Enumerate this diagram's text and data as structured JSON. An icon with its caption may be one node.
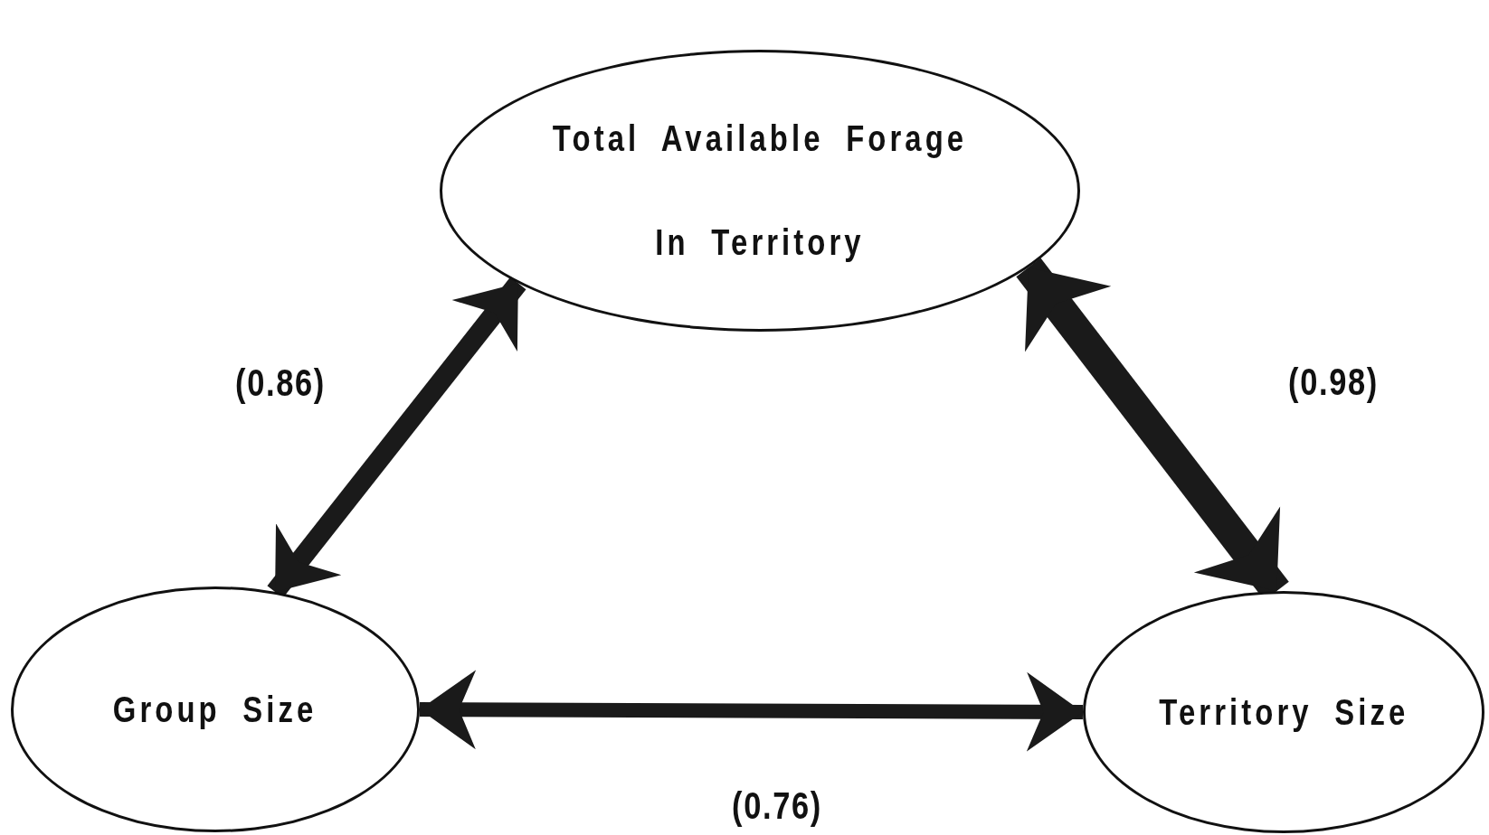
{
  "diagram": {
    "nodes": [
      {
        "text": [
          "Total Available Forage In Territory"
        ]
      },
      {
        "text": [
          "Group Size"
        ]
      },
      {
        "text": [
          "Territory Size"
        ]
      }
    ],
    "edges": [
      {
        "from": 1,
        "to": 0,
        "arrow": "both",
        "label": "(0.86)"
      },
      {
        "from": 0,
        "to": 2,
        "arrow": "both",
        "label": "(0.98)"
      },
      {
        "from": 1,
        "to": 2,
        "arrow": "both",
        "label": "(0.76)"
      }
    ]
  }
}
